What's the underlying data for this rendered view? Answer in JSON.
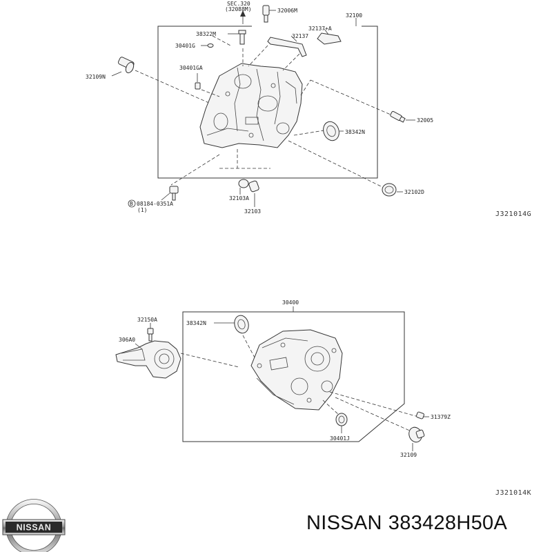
{
  "diagram1": {
    "labels": {
      "sec_line1": "SEC.320",
      "sec_line2": "(32088M)",
      "p32006M": "32006M",
      "p32100": "32100",
      "p38322M": "38322M",
      "p32137A": "32137+A",
      "p32137": "32137",
      "p30401G": "30401G",
      "p32109N": "32109N",
      "p30401GA": "30401GA",
      "p32005": "32005",
      "p38342N": "38342N",
      "p32102D": "32102D",
      "p32103A": "32103A",
      "p32103": "32103",
      "bolt_line1": "08184-0351A",
      "bolt_line2": "(1)",
      "bolt_symbol": "B"
    },
    "code": "J321014G"
  },
  "diagram2": {
    "labels": {
      "p30400": "30400",
      "p32150A": "32150A",
      "p38342N": "38342N",
      "p306A0": "306A0",
      "p31379Z": "31379Z",
      "p30401J": "30401J",
      "p32109": "32109"
    },
    "code": "J321014K"
  },
  "logo": {
    "text": "NISSAN"
  },
  "caption": {
    "brand": "NISSAN",
    "part_number": "383428H50A"
  }
}
